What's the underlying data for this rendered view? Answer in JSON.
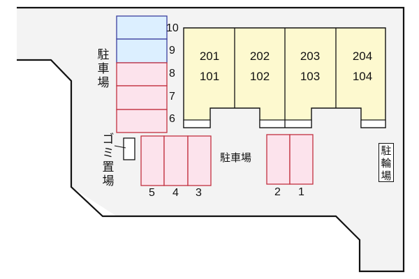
{
  "colors": {
    "lot_fill": "#f3f3f3",
    "outline": "#111111",
    "building_fill": "#fdf9cf",
    "parking_pink_fill": "#fce3ec",
    "parking_pink_stroke": "#c2303f",
    "parking_blue_fill": "#dcefff",
    "parking_blue_stroke": "#3b3f9e"
  },
  "labels": {
    "parking_left": "駐車場",
    "parking_center": "駐車場",
    "garbage": "ゴミ置場",
    "bicycle": "駐輪場"
  },
  "building": {
    "units": [
      {
        "upper": "201",
        "lower": "101"
      },
      {
        "upper": "202",
        "lower": "102"
      },
      {
        "upper": "203",
        "lower": "103"
      },
      {
        "upper": "204",
        "lower": "104"
      }
    ]
  },
  "parking": {
    "left_column": [
      {
        "number": "10",
        "type": "blue"
      },
      {
        "number": "9",
        "type": "blue"
      },
      {
        "number": "8",
        "type": "pink"
      },
      {
        "number": "7",
        "type": "pink"
      },
      {
        "number": "6",
        "type": "pink"
      }
    ],
    "bottom_left_row": [
      "5",
      "4",
      "3"
    ],
    "bottom_right_row": [
      "2",
      "1"
    ]
  }
}
